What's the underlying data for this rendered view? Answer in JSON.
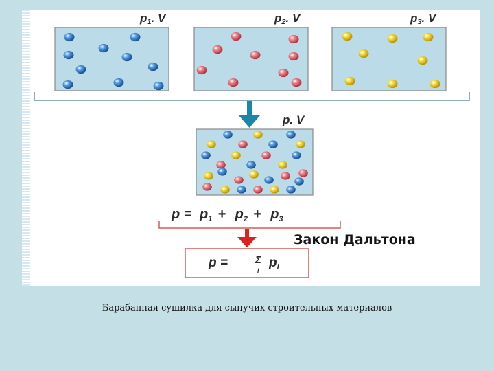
{
  "boxes": [
    {
      "label_main": "p",
      "label_sub": "1",
      "label_tail": ". V",
      "ball": "blue"
    },
    {
      "label_main": "p",
      "label_sub": "2",
      "label_tail": ". V",
      "ball": "red"
    },
    {
      "label_main": "p",
      "label_sub": "3",
      "label_tail": ". V",
      "ball": "yellow"
    }
  ],
  "mixture": {
    "label_main": "p",
    "label_tail": ". V"
  },
  "equation": {
    "lhs": "p =",
    "term1": "p",
    "term1_sub": "1",
    "plus": "+",
    "term2": "p",
    "term2_sub": "2",
    "term3": "p",
    "term3_sub": "3"
  },
  "law_title": "Закон Дальтона",
  "summary": {
    "lhs": "p =",
    "sigma": "Σ",
    "sigma_index": "i",
    "term": "p",
    "term_sub": "i"
  },
  "caption": "Барабанная сушилка для сыпучих строительных материалов",
  "colors": {
    "box_fill": "#bcdbe8",
    "box_stroke": "#8a8a8a",
    "bracket": "#6b8fa8",
    "arrow_teal": "#1c86a8",
    "arrow_red": "#e0201c",
    "result_frame": "#d95a55",
    "blue_ball": "#2a78c4",
    "red_ball": "#e0606c",
    "yellow_ball": "#e8c81a"
  }
}
